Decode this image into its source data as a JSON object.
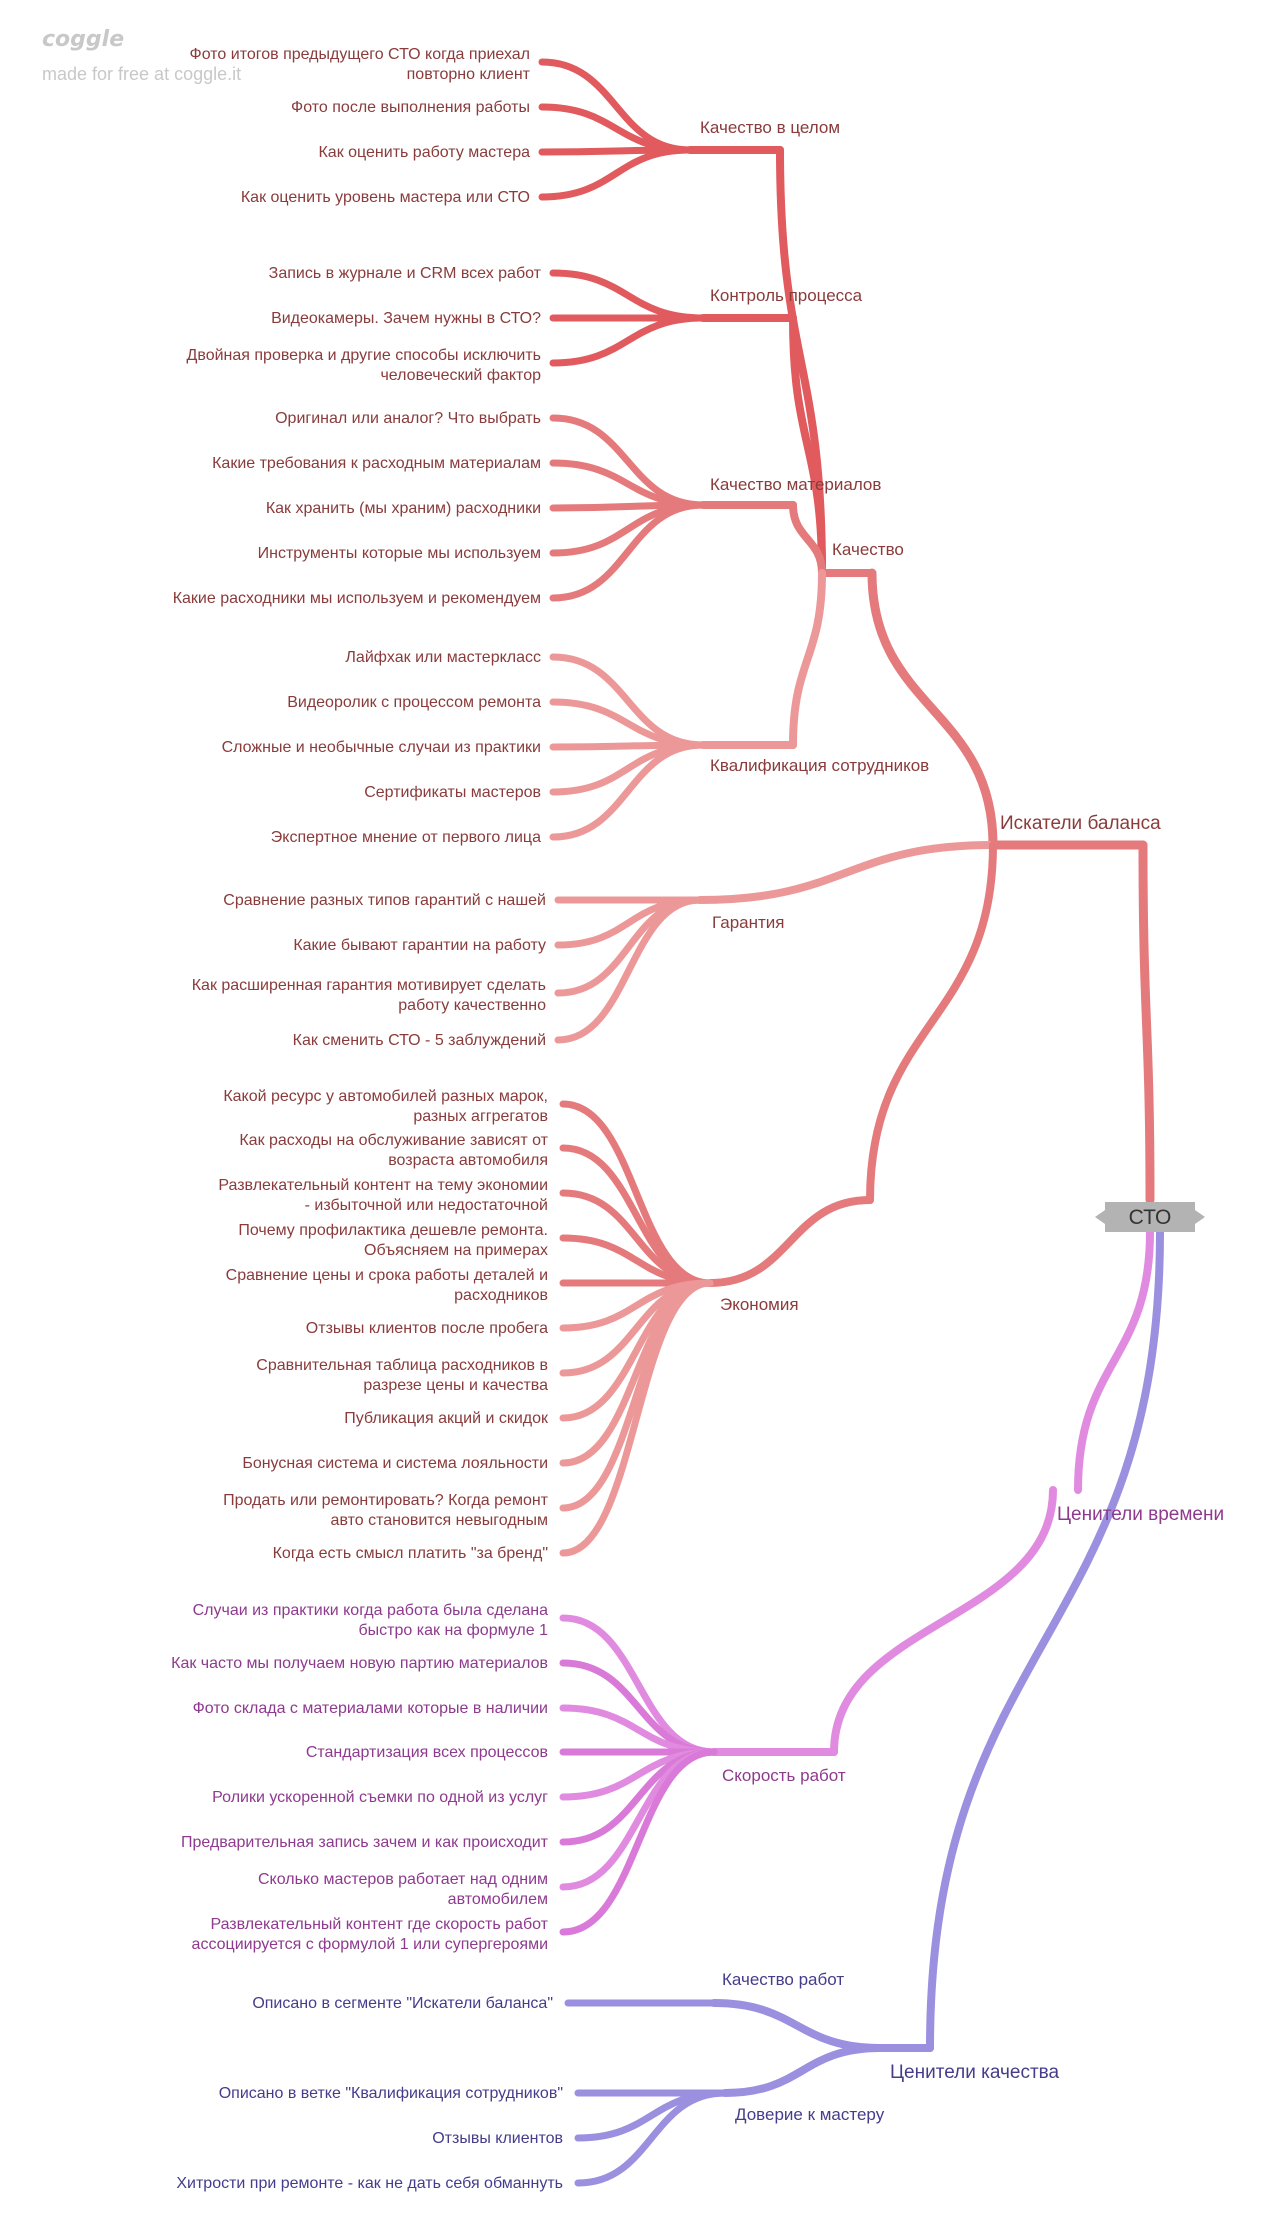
{
  "watermark": {
    "logo": "coggle",
    "tagline": "made for free at coggle.it"
  },
  "colors": {
    "red_dark": "#e05a5e",
    "red": "#e57a7c",
    "red_light": "#ec9898",
    "pink": "#e08be0",
    "pink_mid": "#d97ad9",
    "purple": "#9b8fe0",
    "text_red": "#8a3b3b",
    "text_purple": "#8e3a8e",
    "text_blue": "#453c8c",
    "root_fill": "#b3b3b3"
  },
  "root": {
    "label": "СТО"
  },
  "segments": [
    {
      "label": "Искатели баланса",
      "color": "red",
      "branches": [
        {
          "label": "Качество",
          "sub": [
            {
              "label": "Качество в целом",
              "items": [
                "Фото итогов предыдущего СТО когда приехал повторно клиент",
                "Фото после выполнения работы",
                "Как оценить работу мастера",
                "Как оценить уровень мастера или СТО"
              ]
            },
            {
              "label": "Контроль процесса",
              "items": [
                "Запись в журнале и CRM всех работ",
                "Видеокамеры. Зачем нужны в СТО?",
                "Двойная проверка и другие способы исключить человеческий фактор"
              ]
            },
            {
              "label": "Качество материалов",
              "items": [
                "Оригинал или аналог? Что выбрать",
                "Какие требования к расходным материалам",
                "Как хранить (мы храним) расходники",
                "Инструменты которые мы используем",
                "Какие расходники мы используем и рекомендуем"
              ]
            },
            {
              "label": "Квалификация сотрудников",
              "items": [
                "Лайфхак или мастеркласс",
                "Видеоролик с процессом ремонта",
                "Сложные и необычные случаи из практики",
                "Сертификаты мастеров",
                "Экспертное мнение от первого лица"
              ]
            }
          ]
        },
        {
          "label": "Гарантия",
          "items": [
            "Сравнение разных типов гарантий с нашей",
            "Какие бывают гарантии на работу",
            "Как расширенная гарантия мотивирует сделать работу качественно",
            "Как сменить СТО - 5 заблуждений"
          ]
        },
        {
          "label": "Экономия",
          "items": [
            "Какой ресурс у автомобилей разных марок, разных аггрегатов",
            "Как расходы на обслуживание зависят от возраста автомобиля",
            "Развлекательный контент на тему экономии - избыточной или недостаточной",
            "Почему профилактика дешевле ремонта. Объясняем на примерах",
            "Сравнение цены и срока работы деталей и расходников",
            "Отзывы клиентов после пробега",
            "Сравнительная таблица расходников в разрезе цены и качества",
            "Публикация акций и скидок",
            "Бонусная система и система лояльности",
            "Продать или ремонтировать? Когда ремонт авто становится невыгодным",
            "Когда есть смысл платить \"за бренд\""
          ]
        }
      ]
    },
    {
      "label": "Ценители времени",
      "color": "pink",
      "branches": [
        {
          "label": "Скорость работ",
          "items": [
            "Случаи из практики когда работа была сделана быстро как на формуле 1",
            "Как часто мы получаем новую партию материалов",
            "Фото склада с материалами которые в наличии",
            "Стандартизация всех процессов",
            "Ролики ускоренной съемки по одной из услуг",
            "Предварительная запись зачем и как происходит",
            "Сколько мастеров работает над одним автомобилем",
            "Развлекательный контент где скорость работ ассоциируется с формулой 1 или супергероями"
          ]
        }
      ]
    },
    {
      "label": "Ценители качества",
      "color": "purple",
      "branches": [
        {
          "label": "Качество работ",
          "items": [
            "Описано в сегменте \"Искатели баланса\""
          ]
        },
        {
          "label": "Доверие к мастеру",
          "items": [
            "Описано в ветке \"Квалификация сотрудников\"",
            "Отзывы клиентов",
            "Хитрости при ремонте - как не дать себя обманнуть"
          ]
        }
      ]
    }
  ]
}
